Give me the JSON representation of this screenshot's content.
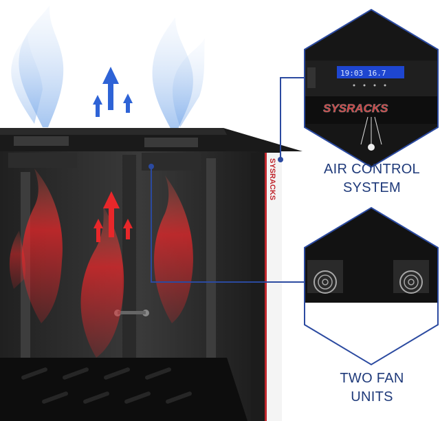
{
  "callouts": {
    "air_control": {
      "line1": "AIR CONTROL",
      "line2": "SYSTEM"
    },
    "fans": {
      "line1": "TWO FAN",
      "line2": "UNITS"
    }
  },
  "display": {
    "time": "19:03",
    "temperature": "16.7",
    "brand": "SYSRACKS"
  },
  "side_label": "SYSRACKS",
  "colors": {
    "callout_blue": "#2b4aa0",
    "heat_red": "#e8272a",
    "air_blue": "#2e63d6",
    "cabinet": "#141414"
  }
}
